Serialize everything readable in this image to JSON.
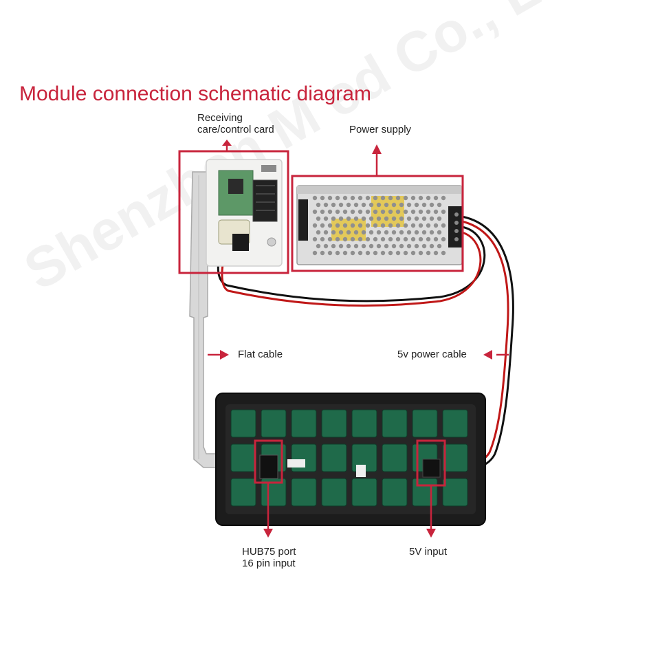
{
  "title": "Module connection schematic diagram",
  "labels": {
    "receiving_card": [
      "Receiving",
      "care/control card"
    ],
    "power_supply": "Power supply",
    "flat_cable": "Flat cable",
    "power_cable": "5v power cable",
    "hub75": [
      "HUB75 port",
      "16 pin input"
    ],
    "v5_input": "5V input"
  },
  "watermark": "Shenzhen M      ed Co., Ltd",
  "colors": {
    "accent": "#c8243c",
    "highlight_box": "#c8243c",
    "pcb_green": "#4f8a5a",
    "module_frame": "#1a1a1a",
    "led_cell": "#1f6a4a",
    "cable_red": "#c01818",
    "cable_black": "#111111",
    "flat_cable": "#d7d7d7",
    "psu_metal": "#dcdcdc"
  }
}
